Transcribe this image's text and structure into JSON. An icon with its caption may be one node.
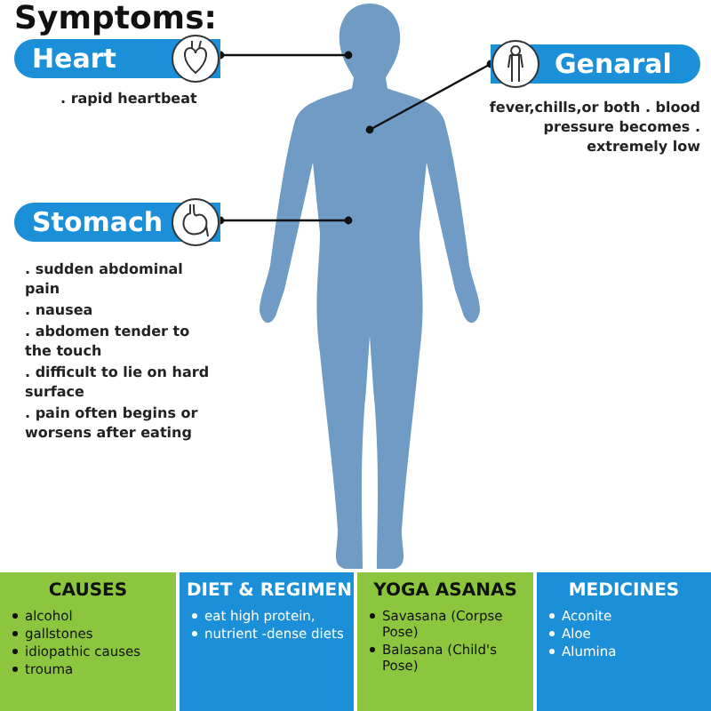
{
  "diagram": {
    "title": "Symptoms:",
    "nodes": [
      {
        "text": [],
        "shape": "person"
      },
      {
        "text": [
          "Heart"
        ],
        "beside": [
          ". rapid heartbeat"
        ]
      },
      {
        "text": [
          "Genaral"
        ]
      },
      {
        "text": [
          "Stomach"
        ]
      },
      {
        "text": [
          "CAUSES",
          "alcohol",
          "gallstones",
          "idiopathic causes",
          "trouma"
        ]
      },
      {
        "text": [
          "DIET & REGIMEN",
          "eat high protein,",
          "nutrient -dense diets"
        ]
      },
      {
        "text": [
          "YOGA ASANAS",
          "Savasana (Corpse Pose)",
          "Balasana (Child's Pose)"
        ]
      },
      {
        "text": [
          "MEDICINES",
          "Aconite",
          "Aloe",
          "Alumina"
        ]
      }
    ],
    "edges": [
      {
        "from": 1,
        "to": 0,
        "arrow": "other"
      },
      {
        "from": 2,
        "to": 0,
        "arrow": "other"
      },
      {
        "from": 3,
        "to": 0,
        "arrow": "other"
      }
    ],
    "labels": [
      "fever,chills,or both . blood pressure becomes . extremely low",
      ". sudden abdominal pain",
      ". nausea",
      ". abdomen tender to the touch",
      ". difficult to lie on hard surface",
      ". pain often begins or worsens after eating"
    ]
  }
}
